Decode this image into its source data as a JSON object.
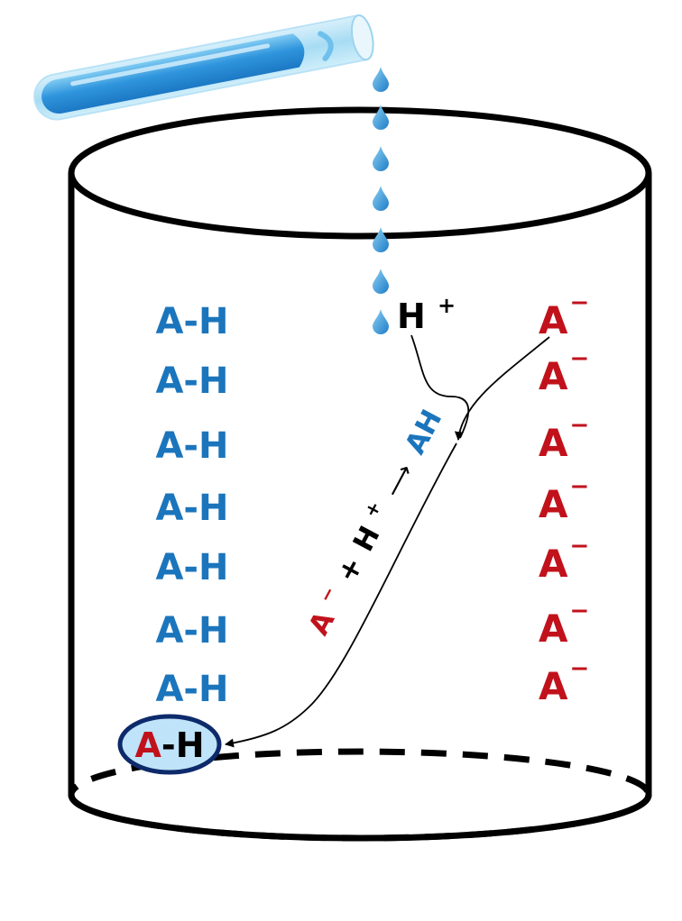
{
  "colors": {
    "acid": "#1b75bc",
    "anion": "#c1121c",
    "proton": "#000000",
    "highlight_fill": "#bfe3f8",
    "highlight_stroke": "#0d2a6b",
    "water": "#3aa3e3"
  },
  "proton_label": {
    "base": "H",
    "charge": "+"
  },
  "acid_column": [
    "A-H",
    "A-H",
    "A-H",
    "A-H",
    "A-H",
    "A-H",
    "A-H"
  ],
  "anion_column": [
    {
      "base": "A",
      "charge": "−"
    },
    {
      "base": "A",
      "charge": "−"
    },
    {
      "base": "A",
      "charge": "−"
    },
    {
      "base": "A",
      "charge": "−"
    },
    {
      "base": "A",
      "charge": "−"
    },
    {
      "base": "A",
      "charge": "−"
    },
    {
      "base": "A",
      "charge": "−"
    }
  ],
  "reaction": {
    "reactant_anion": "A",
    "reactant_anion_charge": "−",
    "plus": "+",
    "proton": "H",
    "proton_charge": "+",
    "arrow": "⟶",
    "product": "AH"
  },
  "highlighted_molecule": {
    "anion_part": "A",
    "rest": "-H"
  },
  "icons": [
    "test-tube-icon",
    "water-drop-icon",
    "beaker-icon"
  ]
}
